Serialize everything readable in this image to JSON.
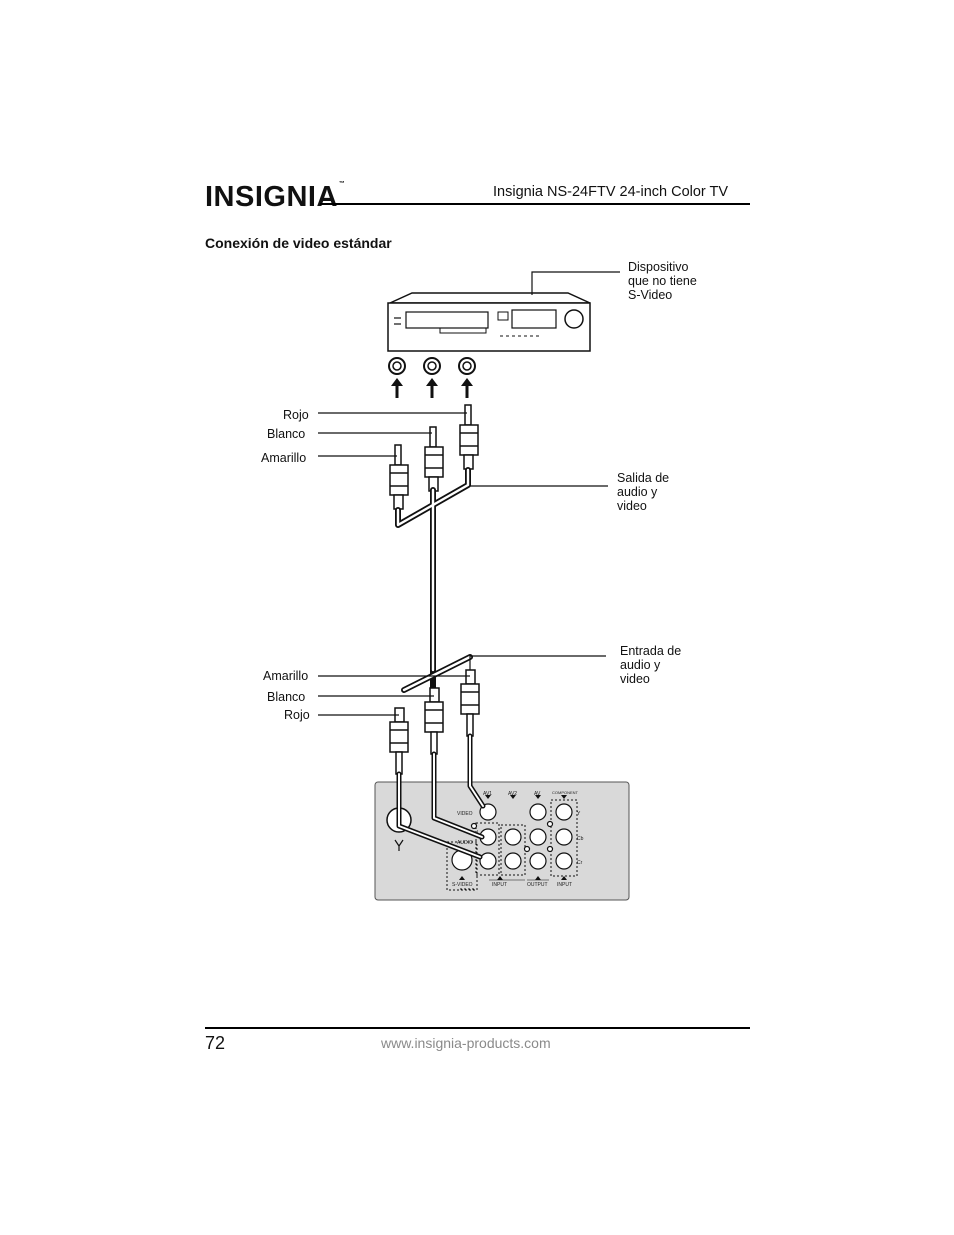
{
  "header": {
    "logo": "INSIGNIA",
    "logo_tm": "™",
    "title": "Insignia NS-24FTV 24-inch Color TV"
  },
  "section_title": "Conexión de video estándar",
  "diagram": {
    "device_label": [
      "Dispositivo",
      "que no tiene",
      "S-Video"
    ],
    "output_label": [
      "Salida de",
      "audio y",
      "video"
    ],
    "input_label": [
      "Entrada de",
      "audio y",
      "video"
    ],
    "top_cables": {
      "rojo": "Rojo",
      "blanco": "Blanco",
      "amarillo": "Amarillo"
    },
    "bottom_cables": {
      "amarillo": "Amarillo",
      "blanco": "Blanco",
      "rojo": "Rojo"
    },
    "panel": {
      "av1": "AV1",
      "av2": "AV2",
      "av": "AV",
      "component": "COMPONENT",
      "video": "VIDEO",
      "audio": "AUDIO",
      "l": "L",
      "r": "R",
      "y": "Y",
      "cb": "Cb",
      "cr": "Cr",
      "svideo": "S-VIDEO",
      "input": "INPUT",
      "output": "OUTPUT",
      "input2": "INPUT"
    }
  },
  "footer": {
    "page_number": "72",
    "url": "www.insignia-products.com"
  }
}
